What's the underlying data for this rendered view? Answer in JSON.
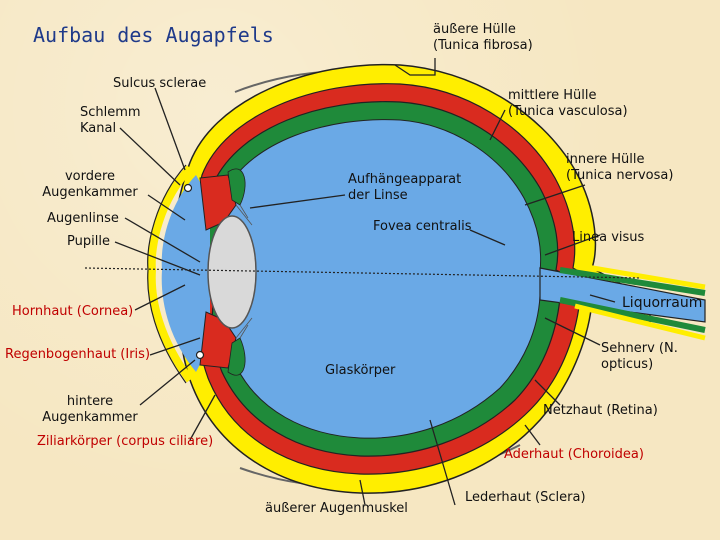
{
  "title": "Aufbau des Augapfels",
  "colors": {
    "background": "#f6e7c2",
    "vitreous": "#6aa9e6",
    "sclera": "#ffee00",
    "choroid": "#d92b1f",
    "retina": "#1f8a3a",
    "lens": "#d9d9d9",
    "title": "#1f3a8a",
    "highlight_label": "#c00000"
  },
  "labels": {
    "tunica_fibrosa": "äußere Hülle\n(Tunica fibrosa)",
    "sulcus_sclerae": "Sulcus sclerae",
    "tunica_vasculosa": "mittlere Hülle\n(Tunica vasculosa)",
    "schlemm_kanal": "Schlemm\nKanal",
    "tunica_nervosa": "innere Hülle\n(Tunica nervosa)",
    "vordere_augenkammer": "vordere\nAugenkammer",
    "aufhaengeapparat": "Aufhängeapparat\nder Linse",
    "augenlinse": "Augenlinse",
    "fovea_centralis": "Fovea centralis",
    "pupille": "Pupille",
    "linea_visus": "Linea visus",
    "liquorraum": "Liquorraum",
    "hornhaut": "Hornhaut (Cornea)",
    "sehnerv": "Sehnerv (N.\nopticus)",
    "regenbogenhaut": "Regenbogenhaut (Iris)",
    "glaskoerper": "Glaskörper",
    "hintere_augenkammer": "hintere\nAugenkammer",
    "netzhaut": "Netzhaut (Retina)",
    "ziliarkoerper": "Ziliarkörper (corpus ciliare)",
    "aderhaut": "Aderhaut (Choroidea)",
    "aeusserer_augenmuskel": "äußerer Augenmuskel",
    "lederhaut": "Lederhaut (Sclera)"
  }
}
